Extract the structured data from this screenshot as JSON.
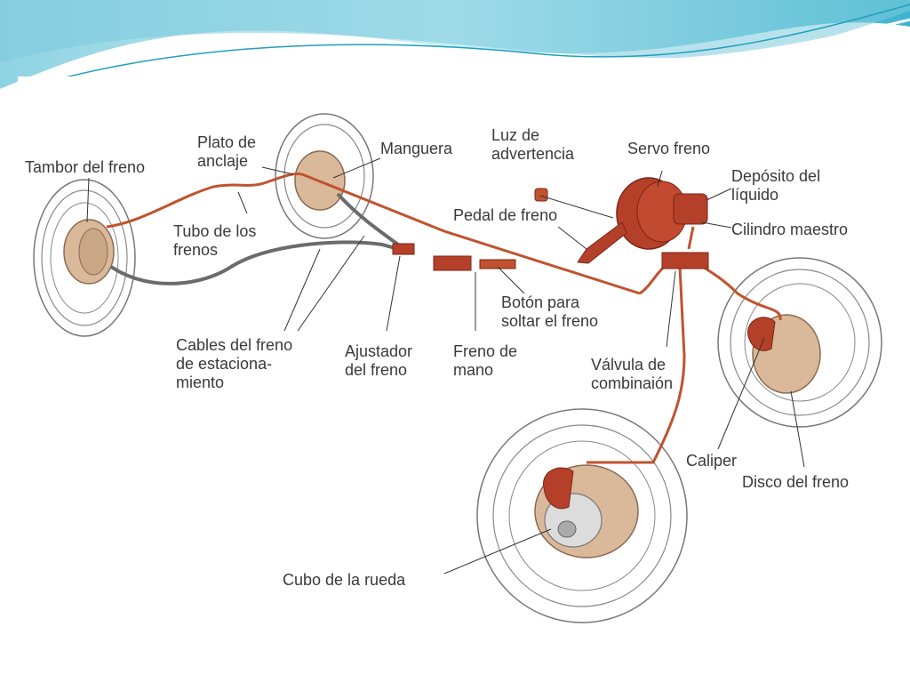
{
  "colors": {
    "header_light": "#bfe6ef",
    "header_mid": "#5cc0d4",
    "header_dark": "#1aa0bf",
    "brake_line": "#c0532e",
    "cable": "#6b6b6b",
    "drum": "#d9b99a",
    "component_red": "#b5402a",
    "label_text": "#3a3a3a"
  },
  "labels": {
    "tambor": "Tambor del freno",
    "plato": "Plato de\nanclaje",
    "manguera": "Manguera",
    "luz": "Luz de\nadvertencia",
    "servo": "Servo freno",
    "deposito": "Depósito del\nlíquido",
    "pedal": "Pedal de freno",
    "cilindro": "Cilindro maestro",
    "tubo": "Tubo de los\nfrenos",
    "boton": "Botón para\nsoltar el freno",
    "cables": "Cables del freno\nde estaciona-\nmiento",
    "ajustador": "Ajustador\ndel freno",
    "freno_mano": "Freno de\nmano",
    "valvula": "Válvula de\ncombinaión",
    "caliper": "Caliper",
    "disco": "Disco del freno",
    "cubo": "Cubo de la rueda"
  }
}
